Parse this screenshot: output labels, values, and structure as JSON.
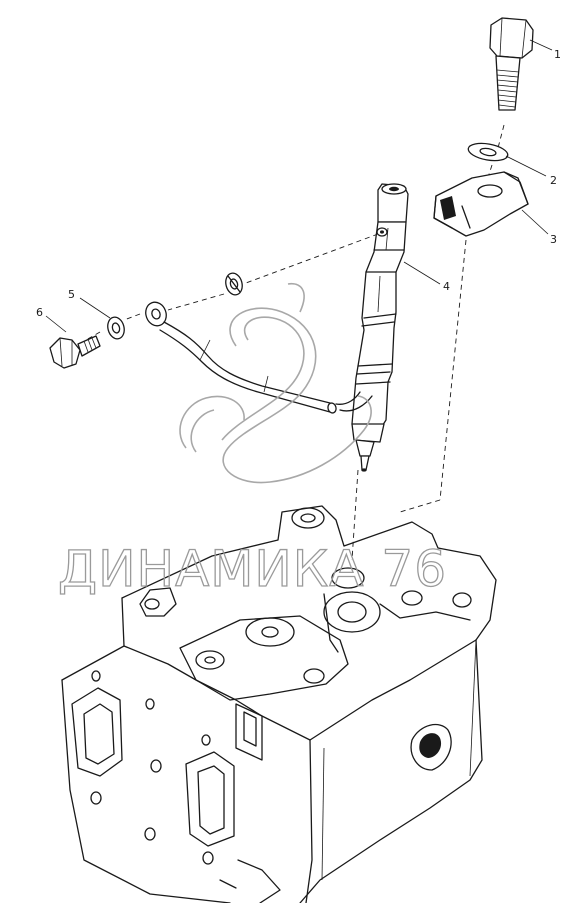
{
  "watermark": {
    "text": "ДИНАМИКА 76"
  },
  "callouts": [
    {
      "number": "1"
    },
    {
      "number": "2"
    },
    {
      "number": "3"
    },
    {
      "number": "4"
    },
    {
      "number": "5"
    },
    {
      "number": "6"
    }
  ],
  "colors": {
    "line": "#1a1a1a",
    "watermark": "#9a9a9a",
    "background": "#ffffff"
  }
}
